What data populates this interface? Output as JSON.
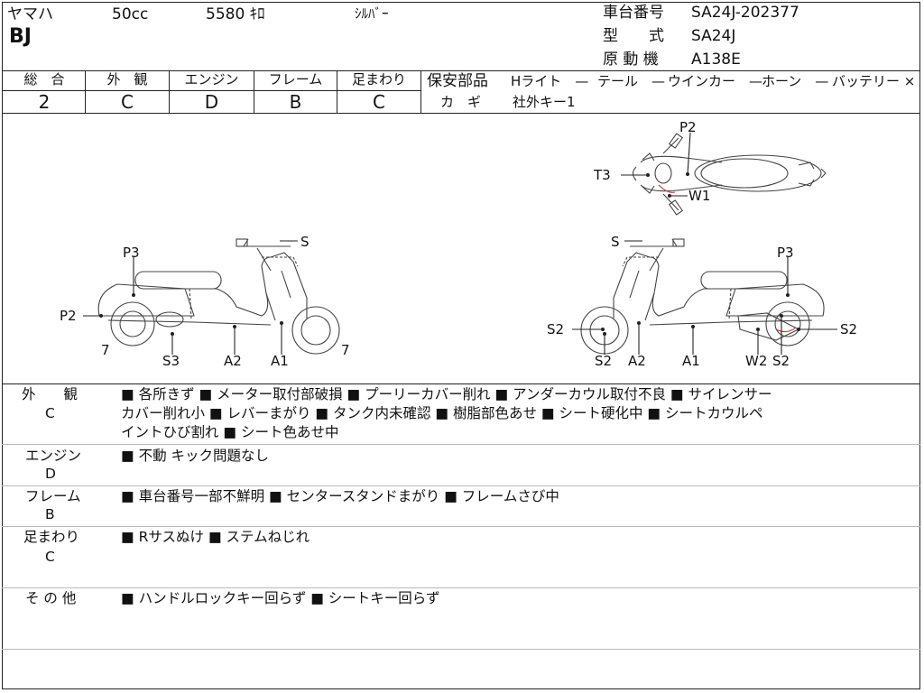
{
  "header": {
    "maker": "ヤマハ",
    "displacement": "50cc",
    "mileage": "5580 ｷﾛ",
    "color": "ｼﾙﾊﾞｰ",
    "model": "BJ",
    "frame_number_label": "車台番号",
    "frame_number": "SA24J-202377",
    "type_label": "型　　式",
    "type_value": "SA24J",
    "engine_label": "原 動 機",
    "engine_value": "A138E"
  },
  "grades": {
    "headers": [
      "総　合",
      "外　観",
      "エンジン",
      "フレーム",
      "足まわり"
    ],
    "values": [
      "2",
      "C",
      "D",
      "B",
      "C"
    ]
  },
  "safety": {
    "label": "保安部品",
    "items": [
      "Hライト　—",
      "テール　—",
      "ウインカー　—",
      "ホーン　—",
      "バッテリー ×"
    ],
    "key_label": "カ　ギ",
    "key_value": "社外キー1"
  },
  "diagram_labels": {
    "top_p2": "P2",
    "top_t3": "T3",
    "top_w1": "W1",
    "left_s": "S",
    "left_p3": "P3",
    "left_p2": "P2",
    "left_7a": "7",
    "left_7b": "7",
    "left_s3": "S3",
    "left_a2": "A2",
    "left_a1": "A1",
    "right_s": "S",
    "right_p3": "P3",
    "right_s2_left": "S2",
    "right_s2_right": "S2",
    "right_s2_b1": "S2",
    "right_a2": "A2",
    "right_a1": "A1",
    "right_w2": "W2",
    "right_s2_b2": "S2"
  },
  "remarks": [
    {
      "label": "外　　観",
      "grade": "C",
      "lines": [
        "■ 各所きず ■ メーター取付部破損 ■ プーリーカバー削れ ■ アンダーカウル取付不良 ■ サイレンサー",
        "カバー削れ小 ■ レバーまがり ■ タンク内未確認 ■ 樹脂部色あせ ■ シート硬化中 ■ シートカウルペ",
        "イントひび割れ ■ シート色あせ中"
      ]
    },
    {
      "label": "エンジン",
      "grade": "D",
      "lines": [
        "■ 不動 キック問題なし"
      ]
    },
    {
      "label": "フレーム",
      "grade": "B",
      "lines": [
        "■ 車台番号一部不鮮明 ■ センタースタンドまがり ■ フレームさび中"
      ]
    },
    {
      "label": "足まわり",
      "grade": "C",
      "lines": [
        "■ Rサスぬけ ■ ステムねじれ"
      ]
    },
    {
      "label": "そ の 他",
      "grade": "",
      "lines": [
        "■ ハンドルロックキー回らず ■ シートキー回らず"
      ]
    }
  ]
}
